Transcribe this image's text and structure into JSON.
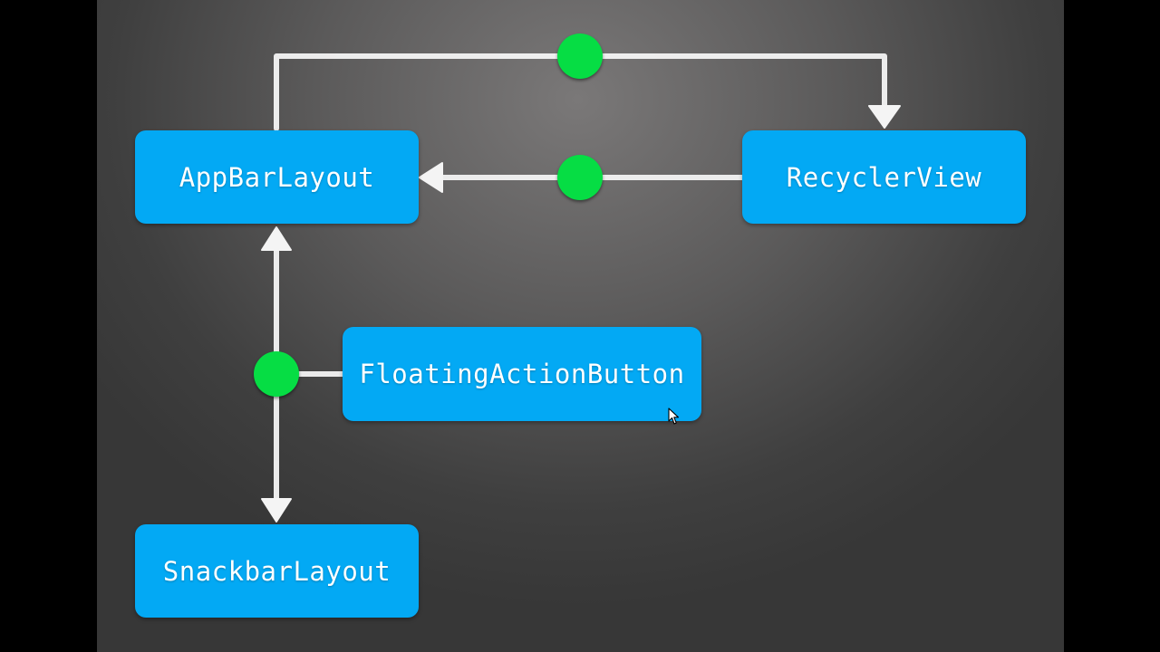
{
  "diagram": {
    "nodes": {
      "appbar": {
        "label": "AppBarLayout"
      },
      "recycler": {
        "label": "RecyclerView"
      },
      "fab": {
        "label": "FloatingActionButton"
      },
      "snackbar": {
        "label": "SnackbarLayout"
      }
    },
    "edges": [
      {
        "from": "appbar",
        "to": "recycler",
        "marker": "green-dot"
      },
      {
        "from": "recycler",
        "to": "appbar",
        "marker": "green-dot"
      },
      {
        "from": "fab",
        "to": "appbar",
        "marker": "green-dot"
      },
      {
        "from": "fab",
        "to": "snackbar",
        "marker": "green-dot"
      }
    ]
  },
  "colors": {
    "node_fill": "#03a9f4",
    "dot": "#06dd44",
    "connector": "#f4f4f4",
    "background": "#5b5a5a"
  }
}
